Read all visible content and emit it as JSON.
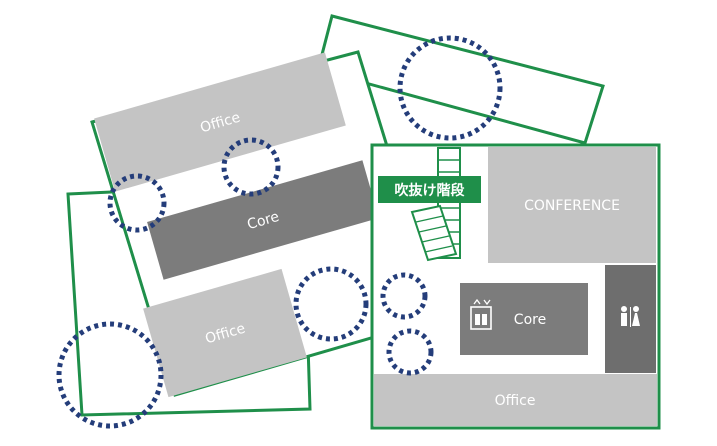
{
  "colors": {
    "green": "#1f8f4a",
    "light_room": "#c4c4c4",
    "core": "#7c7c7c",
    "dark_core": "#6e6e6e",
    "dot": "#243d7a",
    "white": "#ffffff"
  },
  "labels": {
    "office_top": "Office",
    "core_center": "Core",
    "office_left": "Office",
    "stair_void": "吹抜け階段",
    "conference": "CONFERENCE",
    "core_right": "Core",
    "office_bottom": "Office"
  },
  "icons": {
    "elevator": "elevator-icon",
    "restroom": "restroom-icon"
  }
}
